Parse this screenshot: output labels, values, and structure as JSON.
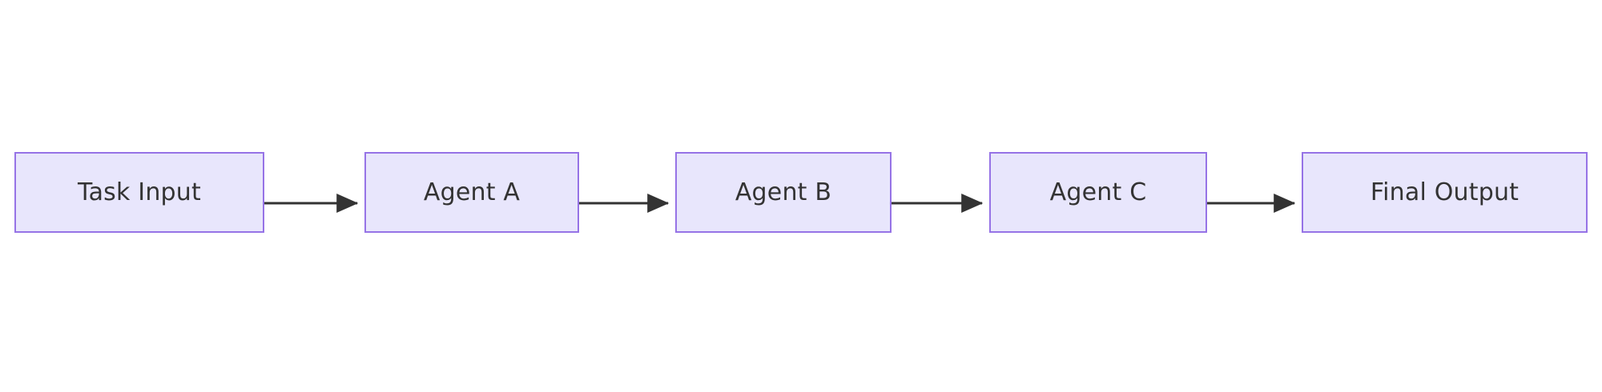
{
  "diagram": {
    "type": "flowchart",
    "orientation": "left-to-right",
    "title": "",
    "background_color": "#ffffff",
    "node_fill_color": "#e8e6fc",
    "node_border_color": "#9673e6",
    "node_text_color": "#333333",
    "edge_color": "#333333",
    "nodes": [
      {
        "id": "task-input",
        "label": "Task Input"
      },
      {
        "id": "agent-a",
        "label": "Agent A"
      },
      {
        "id": "agent-b",
        "label": "Agent B"
      },
      {
        "id": "agent-c",
        "label": "Agent C"
      },
      {
        "id": "final-output",
        "label": "Final Output"
      }
    ],
    "edges": [
      {
        "id": "edge-1",
        "from": "task-input",
        "to": "agent-a",
        "label": "",
        "arrowhead": "filled-triangle"
      },
      {
        "id": "edge-2",
        "from": "agent-a",
        "to": "agent-b",
        "label": "",
        "arrowhead": "filled-triangle"
      },
      {
        "id": "edge-3",
        "from": "agent-b",
        "to": "agent-c",
        "label": "",
        "arrowhead": "filled-triangle"
      },
      {
        "id": "edge-4",
        "from": "agent-c",
        "to": "final-output",
        "label": "",
        "arrowhead": "filled-triangle"
      }
    ]
  }
}
